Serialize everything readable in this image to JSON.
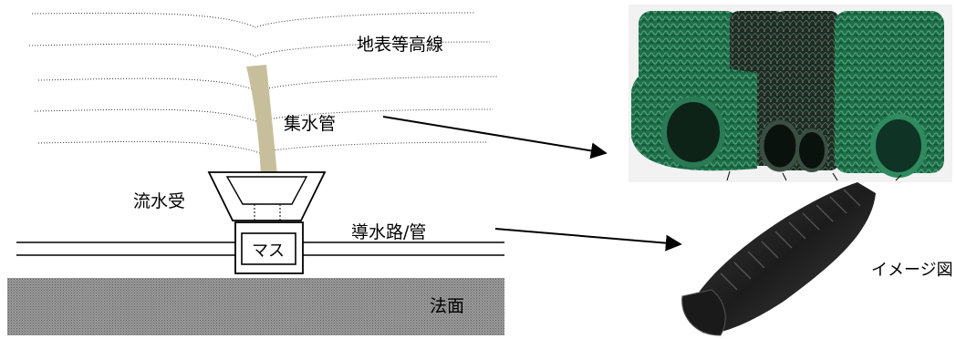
{
  "labels": {
    "contour": "地表等高線",
    "collector_pipe": "集水管",
    "inlet": "流水受",
    "drain_channel": "導水路/管",
    "catch_basin": "マス",
    "slope_face": "法面",
    "image_caption": "イメージ図"
  },
  "colors": {
    "pipe": "#c7bf9c",
    "slope_face": "#8a8a8a",
    "green_mesh": "#1f6e4a",
    "dark_mesh": "#1e2a22",
    "corrugated_pipe": "#2b2b2b"
  }
}
